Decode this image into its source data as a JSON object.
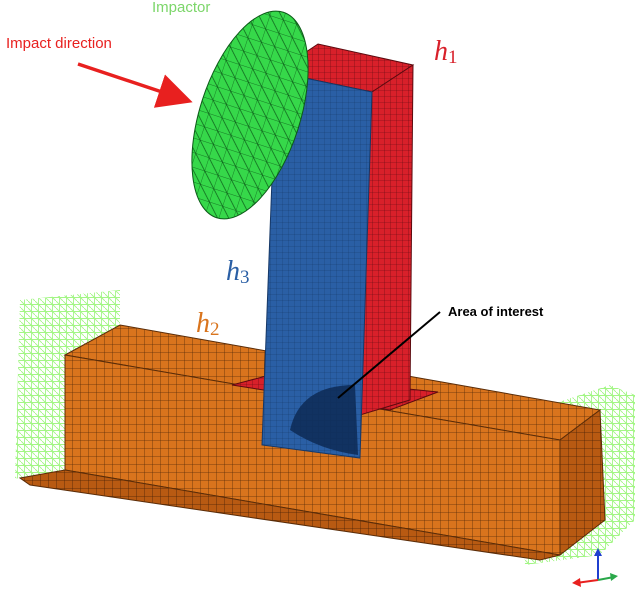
{
  "labels": {
    "impactor": "Impactor",
    "impact_direction": "Impact direction",
    "h1": {
      "symbol": "h",
      "index": "1"
    },
    "h2": {
      "symbol": "h",
      "index": "2"
    },
    "h3": {
      "symbol": "h",
      "index": "3"
    },
    "area_of_interest": "Area of interest"
  },
  "colors": {
    "impactor": "#36d84a",
    "impactor_label": "#7cd66a",
    "impact_arrow": "#e8201f",
    "member_h1": "#d8202a",
    "member_h2": "#d9741d",
    "member_h3": "#2a5fa5",
    "label_h1": "#d8202a",
    "label_h2": "#d9741d",
    "label_h3": "#2a5fa5",
    "boundary_constraints": "#9ef57f",
    "area_of_interest": "#0d2a55"
  },
  "icons": [
    "coordinate-axes-icon"
  ]
}
